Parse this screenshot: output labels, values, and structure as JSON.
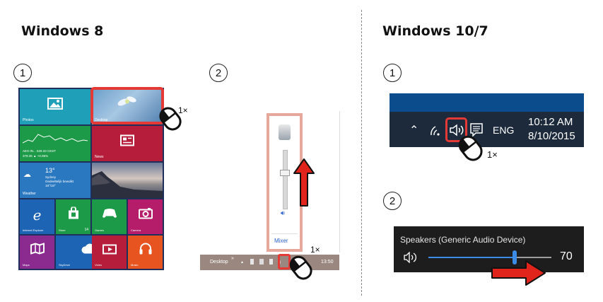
{
  "headings": {
    "win8": "Windows 8",
    "win10": "Windows 10/7"
  },
  "steps": {
    "one": "1",
    "two": "2"
  },
  "click_label": "1×",
  "win8_tiles": {
    "photos": "Photos",
    "desktop": "Desktop",
    "stock_name": "AEX-IN... 528.33 CEST",
    "stock_value": "379.35 ▲ +0.95%",
    "news": "News",
    "weather_temp": "13°",
    "weather_city": "Sydney",
    "weather_desc": "Gedeeltelijk bewolkt",
    "weather_range": "18°/10°",
    "weather": "Weather",
    "ie": "Internet Explorer",
    "store": "Store",
    "store_badge": "14",
    "games": "Games",
    "camera": "Camera",
    "maps": "Maps",
    "skydrive": "SkyDrive",
    "video": "Video",
    "music": "Music"
  },
  "win8_volume": {
    "mixer": "Mixer"
  },
  "win8_taskbar": {
    "label": "Desktop",
    "chevron": "»",
    "clock": "13:50"
  },
  "win10_taskbar": {
    "lang": "ENG",
    "time": "10:12 AM",
    "date": "8/10/2015"
  },
  "win10_popup": {
    "device": "Speakers (Generic Audio Device)",
    "value": "70",
    "level": 0.7
  },
  "colors": {
    "highlight": "#e53935",
    "arrow": "#e0241b",
    "volume_accent": "#3c8ce7"
  }
}
